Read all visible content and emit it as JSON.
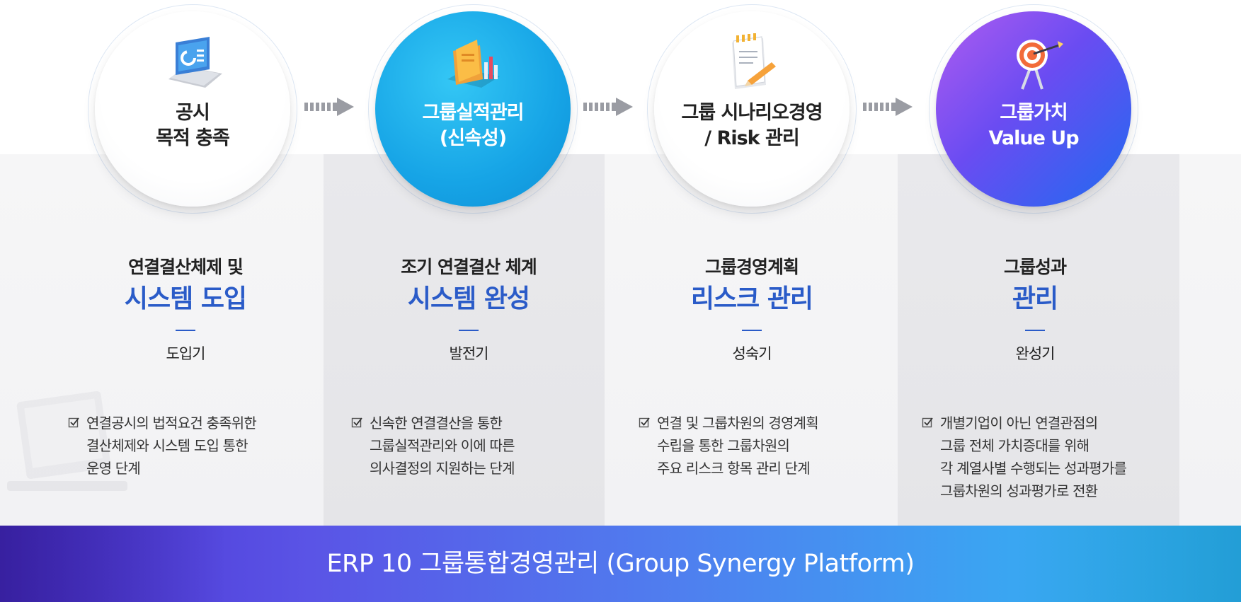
{
  "stages": [
    {
      "circle_icon": "laptop-chart-icon",
      "circle_title": [
        "공시",
        "목적 충족"
      ],
      "circle_style": "white",
      "subtitle": "연결결산체제 및",
      "headline": "시스템 도입",
      "stage": "도입기",
      "description": [
        "연결공시의 법적요건 충족위한",
        "결산체제와 시스템 도입 통한",
        "운영 단계"
      ]
    },
    {
      "circle_icon": "folder-bar-chart-icon",
      "circle_title": [
        "그룹실적관리",
        "(신속성)"
      ],
      "circle_style": "cyan",
      "subtitle": "조기 연결결산 체계",
      "headline": "시스템 완성",
      "stage": "발전기",
      "description": [
        "신속한 연결결산을 통한",
        "그룹실적관리와 이에 따른",
        "의사결정의 지원하는 단계"
      ]
    },
    {
      "circle_icon": "notepad-pencil-icon",
      "circle_title": [
        "그룹 시나리오경영",
        "/ Risk 관리"
      ],
      "circle_style": "white",
      "subtitle": "그룹경영계획",
      "headline": "리스크 관리",
      "stage": "성숙기",
      "description": [
        "연결 및 그룹차원의 경영계획",
        "수립을 통한 그룹차원의",
        "주요 리스크 항목 관리 단계"
      ]
    },
    {
      "circle_icon": "target-arrow-icon",
      "circle_title": [
        "그룹가치",
        "Value Up"
      ],
      "circle_style": "purple",
      "subtitle": "그룹성과",
      "headline": "관리",
      "stage": "완성기",
      "description": [
        "개별기업이 아닌 연결관점의",
        "그룹 전체 가치증대를 위해",
        "각 계열사별 수행되는 성과평가를",
        "그룹차원의 성과평가로 전환"
      ]
    }
  ],
  "footer_title": "ERP 10 그룹통합경영관리 (Group Synergy Platform)",
  "colors": {
    "headline_blue": "#2a5bc8",
    "cyan_circle": "#16a4e6",
    "purple_circle_start": "#b05cf0",
    "purple_circle_end": "#1f6bf0",
    "footer_start": "#4a2fd0",
    "footer_end": "#2fbcf2"
  }
}
